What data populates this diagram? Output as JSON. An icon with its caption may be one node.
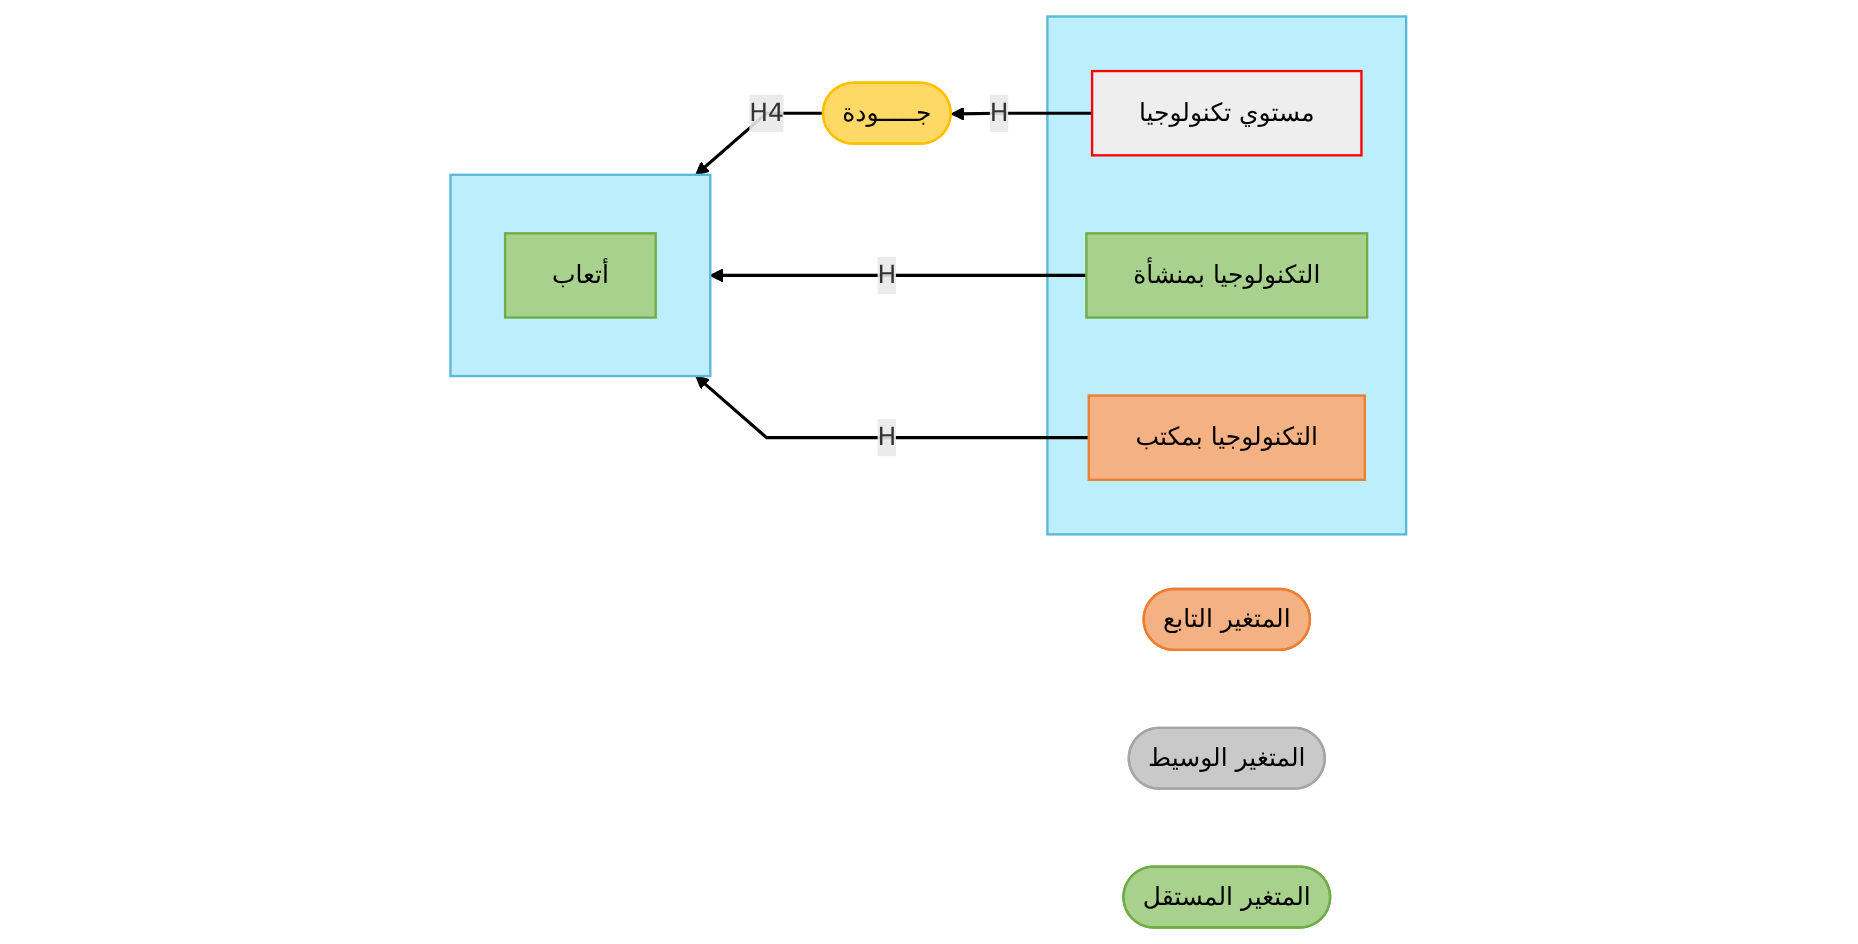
{
  "diagram": {
    "nodes": [
      {
        "text": [
          "المتغير التابع"
        ]
      },
      {
        "text": [
          "المتغير الوسيط"
        ]
      },
      {
        "text": [
          "المتغير المستقل"
        ]
      },
      {
        "text": [
          "جـــــودة"
        ]
      },
      {
        "text": [],
        "shape": "box"
      },
      {
        "text": [
          "أتعاب"
        ],
        "in": 4
      },
      {
        "text": [],
        "shape": "box"
      },
      {
        "text": [
          "مستوي تكنولوجيا"
        ],
        "in": 6
      },
      {
        "text": [
          "التكنولوجيا بمنشأة"
        ],
        "in": 6
      },
      {
        "text": [
          "التكنولوجيا بمكتب"
        ],
        "in": 6
      }
    ],
    "edges": [
      {
        "from": 7,
        "to": 3,
        "arrow": "to",
        "label": "H"
      },
      {
        "from": 3,
        "to": 4,
        "arrow": "to",
        "label": "H4"
      },
      {
        "from": 8,
        "to": 4,
        "arrow": "to",
        "label": "H"
      },
      {
        "from": 9,
        "to": 4,
        "arrow": "to",
        "label": "H"
      }
    ]
  }
}
